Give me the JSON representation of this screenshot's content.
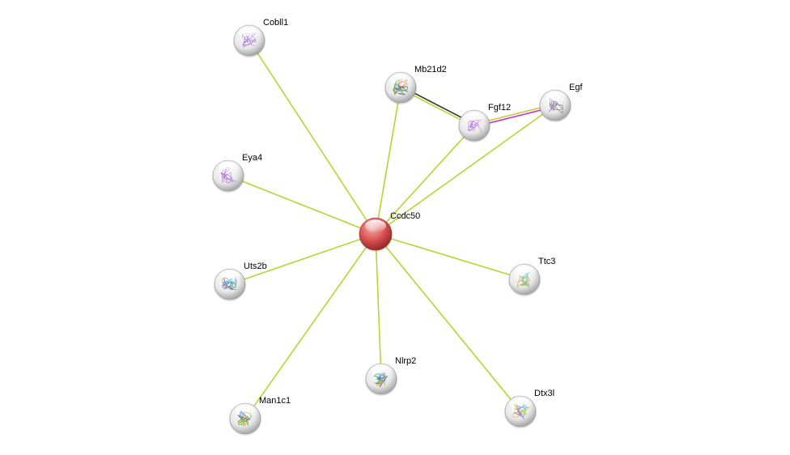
{
  "network": {
    "nodes": [
      {
        "id": "Cobll1",
        "label": "Cobll1",
        "query": false,
        "colors": [
          "#a070d0",
          "#b088e0"
        ]
      },
      {
        "id": "Mb21d2",
        "label": "Mb21d2",
        "query": false,
        "colors": [
          "#e05050",
          "#40b040",
          "#3080e0",
          "#e0a030"
        ]
      },
      {
        "id": "Fgf12",
        "label": "Fgf12",
        "query": false,
        "colors": [
          "#a060d0",
          "#c090e0"
        ]
      },
      {
        "id": "Egf",
        "label": "Egf",
        "query": false,
        "colors": [
          "#9070c0",
          "#808080"
        ]
      },
      {
        "id": "Eya4",
        "label": "Eya4",
        "query": false,
        "colors": [
          "#a060d0",
          "#c080e0"
        ]
      },
      {
        "id": "Ccdc50",
        "label": "Ccdc50",
        "query": true,
        "colors": []
      },
      {
        "id": "Uts2b",
        "label": "Uts2b",
        "query": false,
        "colors": [
          "#e07030",
          "#3070e0",
          "#40c0c0"
        ]
      },
      {
        "id": "Ttc3",
        "label": "Ttc3",
        "query": false,
        "colors": [
          "#40c0c0",
          "#e0b030"
        ]
      },
      {
        "id": "Nlrp2",
        "label": "Nlrp2",
        "query": false,
        "colors": [
          "#e0a030",
          "#40b060",
          "#3060e0"
        ]
      },
      {
        "id": "Man1c1",
        "label": "Man1c1",
        "query": false,
        "colors": [
          "#3060e0",
          "#40b040",
          "#e0a030"
        ]
      },
      {
        "id": "Dtx3l",
        "label": "Dtx3l",
        "query": false,
        "colors": [
          "#40c0c0",
          "#e0c030",
          "#a060d0"
        ]
      }
    ],
    "edges": [
      {
        "source": "Ccdc50",
        "target": "Cobll1",
        "types": [
          "textmining"
        ]
      },
      {
        "source": "Ccdc50",
        "target": "Mb21d2",
        "types": [
          "textmining"
        ]
      },
      {
        "source": "Ccdc50",
        "target": "Fgf12",
        "types": [
          "textmining"
        ]
      },
      {
        "source": "Ccdc50",
        "target": "Egf",
        "types": [
          "textmining"
        ]
      },
      {
        "source": "Ccdc50",
        "target": "Eya4",
        "types": [
          "textmining"
        ]
      },
      {
        "source": "Ccdc50",
        "target": "Uts2b",
        "types": [
          "textmining"
        ]
      },
      {
        "source": "Ccdc50",
        "target": "Ttc3",
        "types": [
          "textmining"
        ]
      },
      {
        "source": "Ccdc50",
        "target": "Nlrp2",
        "types": [
          "textmining"
        ]
      },
      {
        "source": "Ccdc50",
        "target": "Man1c1",
        "types": [
          "textmining"
        ]
      },
      {
        "source": "Ccdc50",
        "target": "Dtx3l",
        "types": [
          "textmining"
        ]
      },
      {
        "source": "Mb21d2",
        "target": "Fgf12",
        "types": [
          "coexpression",
          "textmining"
        ]
      },
      {
        "source": "Fgf12",
        "target": "Egf",
        "types": [
          "textmining",
          "experiments"
        ]
      }
    ],
    "edge_colors": {
      "textmining": "#b8d432",
      "coexpression": "#333333",
      "experiments": "#d030d0"
    },
    "query_color": "#d84040"
  }
}
